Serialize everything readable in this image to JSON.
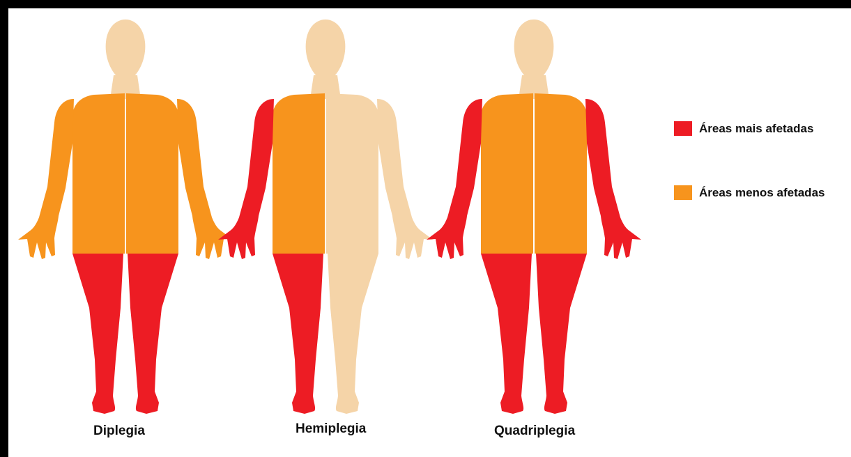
{
  "colors": {
    "most_affected": "#ED1C24",
    "less_affected": "#F7941D",
    "unaffected": "#F5D4A8",
    "frame": "#000000",
    "background": "#FFFFFF"
  },
  "figures": [
    {
      "label": "Diplegia",
      "regions": {
        "head": "unaffected",
        "left_arm": "less_affected",
        "right_arm": "less_affected",
        "torso_left": "less_affected",
        "torso_right": "less_affected",
        "left_leg": "most_affected",
        "right_leg": "most_affected"
      }
    },
    {
      "label": "Hemiplegia",
      "regions": {
        "head": "unaffected",
        "left_arm": "most_affected",
        "right_arm": "unaffected",
        "torso_left": "less_affected",
        "torso_right": "unaffected",
        "left_leg": "most_affected",
        "right_leg": "unaffected"
      }
    },
    {
      "label": "Quadriplegia",
      "regions": {
        "head": "unaffected",
        "left_arm": "most_affected",
        "right_arm": "most_affected",
        "torso_left": "less_affected",
        "torso_right": "less_affected",
        "left_leg": "most_affected",
        "right_leg": "most_affected"
      }
    }
  ],
  "legend": [
    {
      "label": "Áreas mais afetadas",
      "color_key": "most_affected"
    },
    {
      "label": "Áreas menos afetadas",
      "color_key": "less_affected"
    }
  ]
}
